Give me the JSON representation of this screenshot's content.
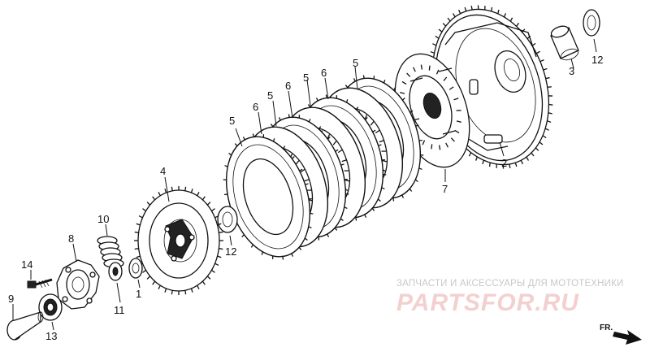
{
  "diagram": {
    "part_numbers": {
      "p1": "1",
      "p2": "2",
      "p3": "3",
      "p4": "4",
      "p5a": "5",
      "p5b": "5",
      "p5c": "5",
      "p5d": "5",
      "p6a": "6",
      "p6b": "6",
      "p6c": "6",
      "p7": "7",
      "p8": "8",
      "p9": "9",
      "p10": "10",
      "p11": "11",
      "p12a": "12",
      "p12b": "12",
      "p13": "13",
      "p14": "14"
    },
    "direction_label": "FR."
  },
  "watermark": {
    "caption": "ЗАПЧАСТИ И АКСЕССУАРЫ ДЛЯ МОТОТЕХНИКИ",
    "logo": "PARTSFOR.RU",
    "logo_color": "#f3d0d0",
    "caption_color": "#c8c8c8"
  }
}
